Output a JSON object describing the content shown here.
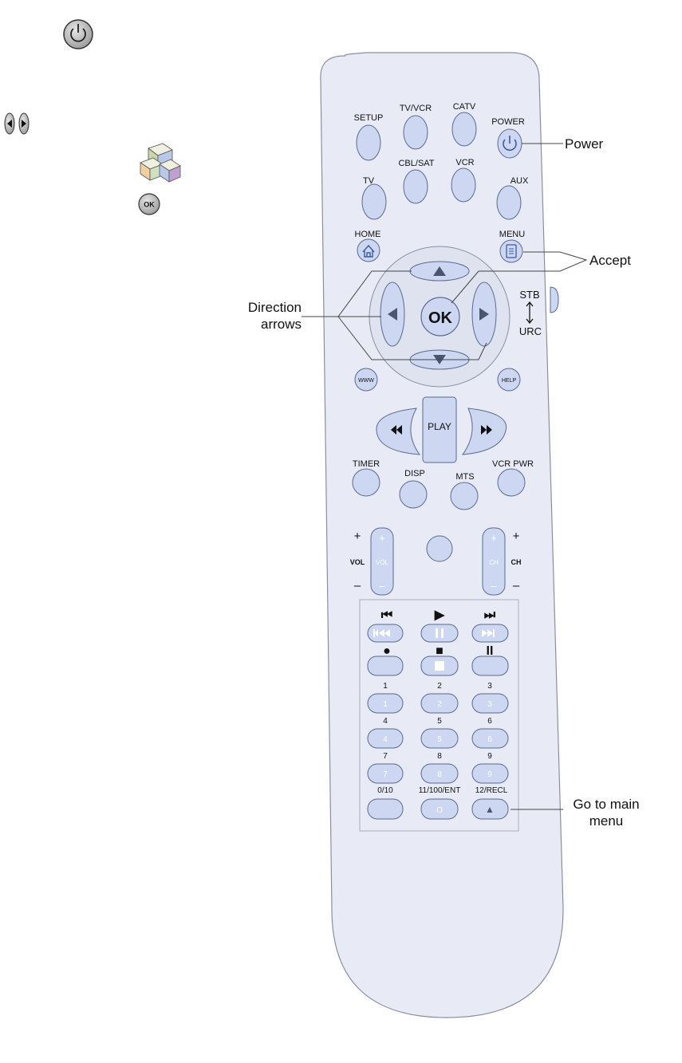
{
  "legend": {
    "icons": [
      "power-icon",
      "left-right-arrows-icon",
      "abc-blocks-icon",
      "ok-icon"
    ],
    "ok_label": "OK"
  },
  "buttons": {
    "setup": "SETUP",
    "tv_vcr": "TV/VCR",
    "catv": "CATV",
    "power": "POWER",
    "tv": "TV",
    "cbl_sat": "CBL/SAT",
    "vcr": "VCR",
    "aux": "AUX",
    "home": "HOME",
    "menu": "MENU",
    "ok": "OK",
    "www": "WWW",
    "help": "HELP",
    "play": "PLAY",
    "timer": "TIMER",
    "disp": "DISP",
    "mts": "MTS",
    "vcr_pwr": "VCR PWR"
  },
  "switch": {
    "top": "STB",
    "bottom": "URC"
  },
  "volume": {
    "plus": "+",
    "label": "VOL",
    "minus": "–",
    "inner_plus": "+",
    "inner_label": "VOL",
    "inner_minus": "–"
  },
  "channel": {
    "plus": "+",
    "label": "CH",
    "minus": "–",
    "inner_plus": "+",
    "inner_label": "CH",
    "inner_minus": "–"
  },
  "transport_symbols": [
    "⏮",
    "▶",
    "⏭",
    "●",
    "■",
    "II"
  ],
  "keypad": {
    "labels": [
      "1",
      "2",
      "3",
      "4",
      "5",
      "6",
      "7",
      "8",
      "9",
      "0/10",
      "11/100/ENT",
      "12/RECL"
    ],
    "faces": [
      "1",
      "2",
      "3",
      "4",
      "5",
      "6",
      "7",
      "8",
      "9",
      "",
      "O",
      "▲"
    ]
  },
  "callouts": {
    "power": "Power",
    "accept": "Accept",
    "direction_line1": "Direction",
    "direction_line2": "arrows",
    "main_menu_line1": "Go to main",
    "main_menu_line2": "menu"
  },
  "colors": {
    "body": "#e8ebf6",
    "button": "#cdd7f1",
    "button_stroke": "#5a6a90",
    "outline": "#8a8fa0"
  }
}
